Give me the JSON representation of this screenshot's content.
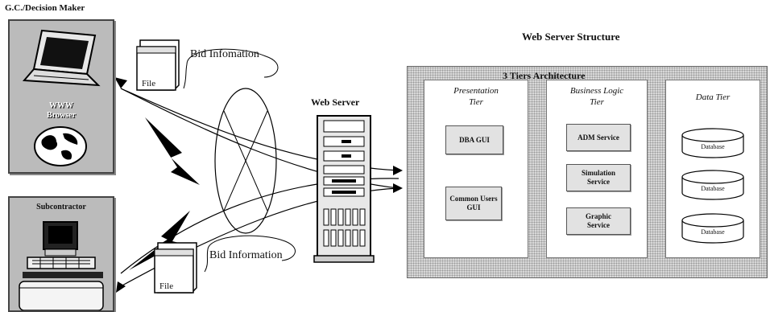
{
  "client_gc": {
    "title": "G.C./Decision Maker",
    "browser_label_1": "WWW",
    "browser_label_2": "Browser"
  },
  "client_sub": {
    "title": "Subcontractor"
  },
  "file_top": {
    "file_label": "File",
    "bubble_label": "Bid Infomation"
  },
  "file_bottom": {
    "file_label": "File",
    "bubble_label": "Bid Information"
  },
  "web_server": {
    "label": "Web Server"
  },
  "structure": {
    "title": "Web Server Structure",
    "architecture": "3 Tiers Architecture",
    "tiers": [
      {
        "name_1": "Presentation",
        "name_2": "Tier",
        "services": [
          "DBA GUI",
          "Common Users GUI"
        ]
      },
      {
        "name_1": "Business Logic",
        "name_2": "Tier",
        "services": [
          "ADM Service",
          "Simulation Service",
          "Graphic Service"
        ]
      },
      {
        "name_1": "Data Tier",
        "name_2": "",
        "databases": [
          "Database",
          "Database",
          "Database"
        ]
      }
    ]
  },
  "colors": {
    "panel_bg": "#d8d8d8",
    "line": "#000000"
  }
}
